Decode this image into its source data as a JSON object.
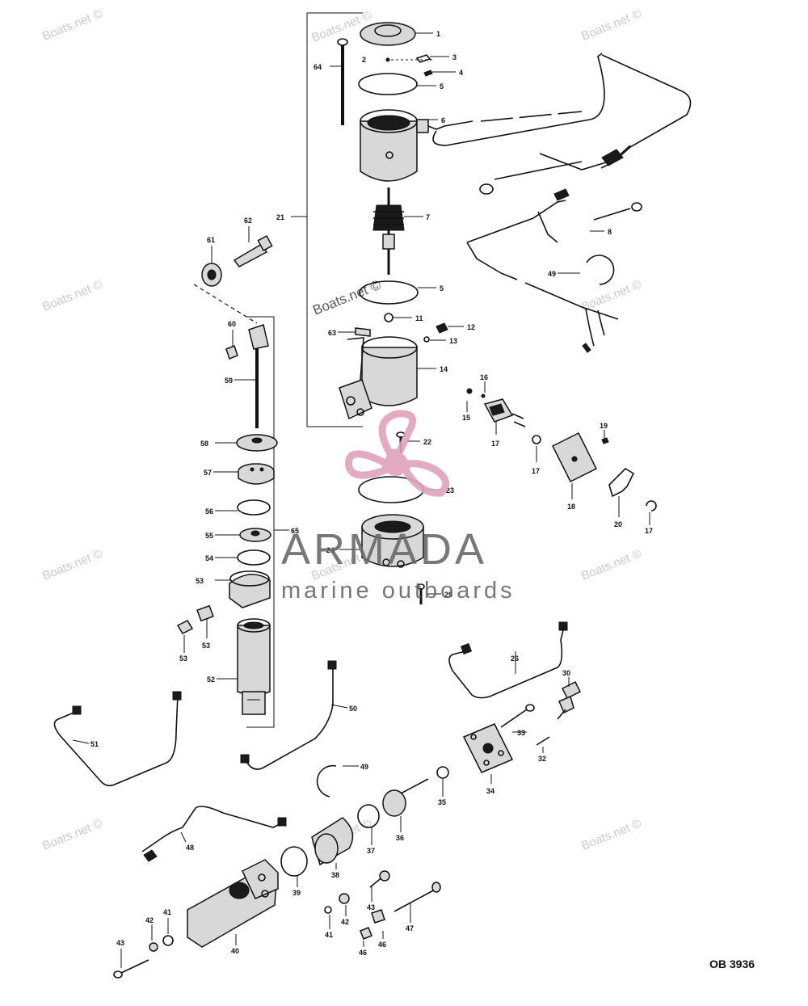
{
  "diagram": {
    "drawing_number": "OB 3936"
  },
  "watermarks": {
    "site": "Boats.net ©"
  },
  "brand": {
    "name": "ARMADA",
    "tagline": "marine outboards",
    "logo_color": "#e0a2bd"
  },
  "callouts": {
    "c1": "1",
    "c2": "2",
    "c3": "3",
    "c4": "4",
    "c5a": "5",
    "c6": "6",
    "c7": "7",
    "c8": "8",
    "c5b": "5",
    "c11": "11",
    "c12": "12",
    "c13": "13",
    "c14": "14",
    "c15": "15",
    "c16": "16",
    "c17a": "17",
    "c17b": "17",
    "c17c": "17",
    "c18": "18",
    "c19": "19",
    "c20": "20",
    "c21": "21",
    "c22": "22",
    "c23": "23",
    "c24": "24",
    "c25": "25",
    "c26": "26",
    "c30": "30",
    "c32": "32",
    "c33": "33",
    "c34": "34",
    "c35": "35",
    "c36": "36",
    "c37": "37",
    "c38": "38",
    "c39": "39",
    "c40": "40",
    "c41a": "41",
    "c41b": "41",
    "c42a": "42",
    "c42b": "42",
    "c43a": "43",
    "c43b": "43",
    "c46a": "46",
    "c46b": "46",
    "c47": "47",
    "c48": "48",
    "c49a": "49",
    "c49b": "49",
    "c50": "50",
    "c51": "51",
    "c52": "52",
    "c53a": "53",
    "c53b": "53",
    "c53c": "53",
    "c54": "54",
    "c55": "55",
    "c56": "56",
    "c57": "57",
    "c58": "58",
    "c59": "59",
    "c60": "60",
    "c61": "61",
    "c62": "62",
    "c63": "63",
    "c64": "64",
    "c65": "65"
  }
}
